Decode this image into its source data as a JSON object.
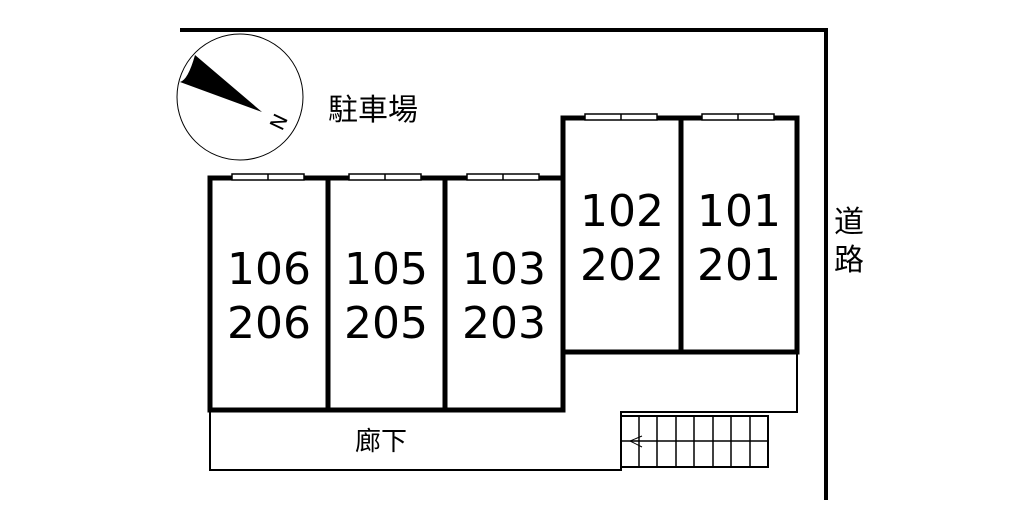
{
  "labels": {
    "parking": "駐車場",
    "road": [
      "道",
      "路"
    ],
    "corridor": "廊下",
    "compass_north": "N"
  },
  "units": [
    {
      "lower": "106",
      "upper": "206"
    },
    {
      "lower": "105",
      "upper": "205"
    },
    {
      "lower": "103",
      "upper": "203"
    },
    {
      "lower": "102",
      "upper": "202"
    },
    {
      "lower": "101",
      "upper": "201"
    }
  ],
  "colors": {
    "line": "#000000",
    "background": "#ffffff"
  }
}
